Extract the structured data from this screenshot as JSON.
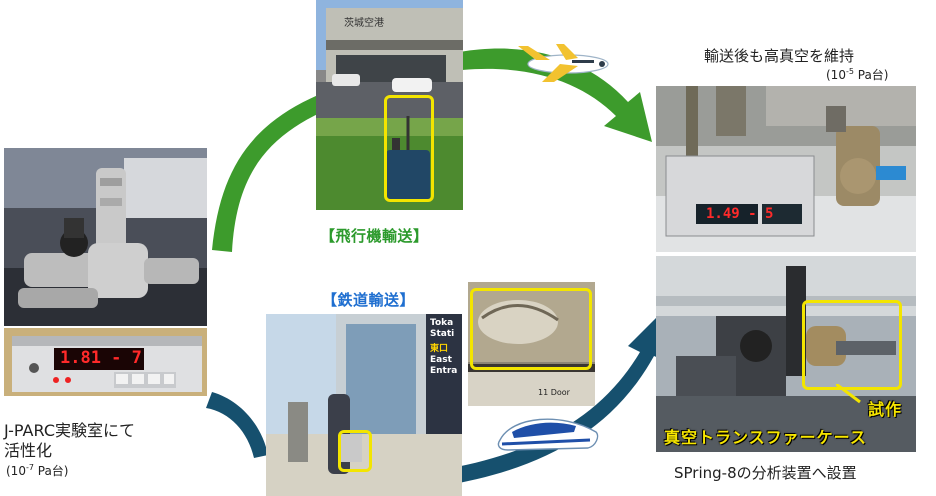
{
  "labels": {
    "flight": "【飛行機輸送】",
    "rail": "【鉄道輸送】",
    "jparc_line1": "J-PARC実験室にて",
    "jparc_line2": "活性化",
    "jparc_pressure": "(10",
    "jparc_exp": "-7",
    "jparc_unit": " Pa台)",
    "after_title": "輸送後も高真空を維持",
    "after_pressure": "(10",
    "after_exp": "-5",
    "after_unit": " Pa台)",
    "spring8": "SPring-8の分析装置へ設置",
    "transfer_case_line1": "試作",
    "transfer_case_line2": "真空トランスファーケース"
  },
  "displays": {
    "jparc_reading": "1.81 - 7",
    "after_reading": "1.49 - 5"
  },
  "airport_sign": "茨城空港",
  "station_sign_1": "Toka",
  "station_sign_2": "Stati",
  "station_sign_3": "東口",
  "station_sign_4": "East",
  "station_sign_5": "Entra",
  "train_door_label": "11 Door",
  "colors": {
    "green_arrow": "#3d9b2c",
    "blue_arrow": "#16506e",
    "highlight": "#f3e500",
    "label_blue": "#1f6fd0",
    "label_green": "#2c9a2c"
  }
}
